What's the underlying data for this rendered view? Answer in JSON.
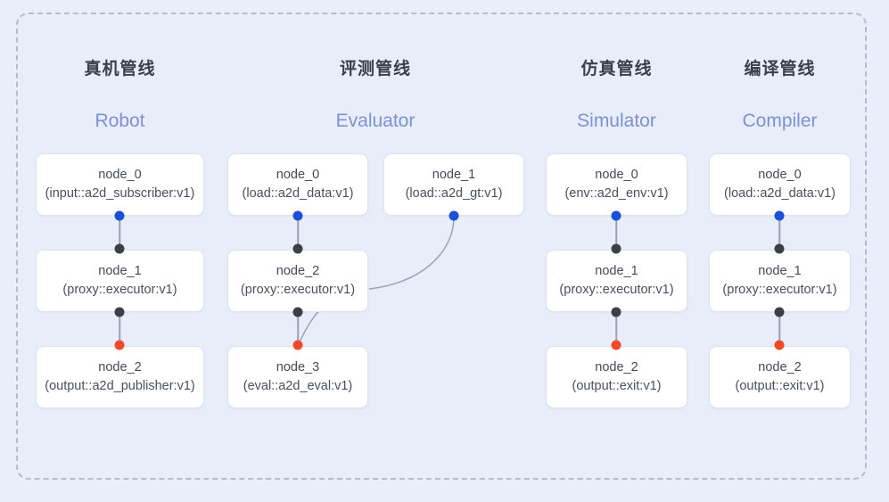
{
  "diagram": {
    "background_color": "#e8edf9",
    "frame_border_color": "#b6bccd",
    "accent_color": "#7b92d4",
    "port_colors": {
      "output": "#1b4fd8",
      "input": "#3c3f45",
      "terminal": "#f04a2a"
    }
  },
  "columns": [
    {
      "title_cn": "真机管线",
      "title_en": "Robot",
      "nodes": [
        {
          "name": "node_0",
          "spec": "(input::a2d_subscriber:v1)"
        },
        {
          "name": "node_1",
          "spec": "(proxy::executor:v1)"
        },
        {
          "name": "node_2",
          "spec": "(output::a2d_publisher:v1)"
        }
      ]
    },
    {
      "title_cn": "评测管线",
      "title_en": "Evaluator",
      "nodes": [
        {
          "name": "node_0",
          "spec": "(load::a2d_data:v1)"
        },
        {
          "name": "node_1",
          "spec": "(load::a2d_gt:v1)"
        },
        {
          "name": "node_2",
          "spec": "(proxy::executor:v1)"
        },
        {
          "name": "node_3",
          "spec": "(eval::a2d_eval:v1)"
        }
      ]
    },
    {
      "title_cn": "仿真管线",
      "title_en": "Simulator",
      "nodes": [
        {
          "name": "node_0",
          "spec": "(env::a2d_env:v1)"
        },
        {
          "name": "node_1",
          "spec": "(proxy::executor:v1)"
        },
        {
          "name": "node_2",
          "spec": "(output::exit:v1)"
        }
      ]
    },
    {
      "title_cn": "编译管线",
      "title_en": "Compiler",
      "nodes": [
        {
          "name": "node_0",
          "spec": "(load::a2d_data:v1)"
        },
        {
          "name": "node_1",
          "spec": "(proxy::executor:v1)"
        },
        {
          "name": "node_2",
          "spec": "(output::exit:v1)"
        }
      ]
    }
  ]
}
